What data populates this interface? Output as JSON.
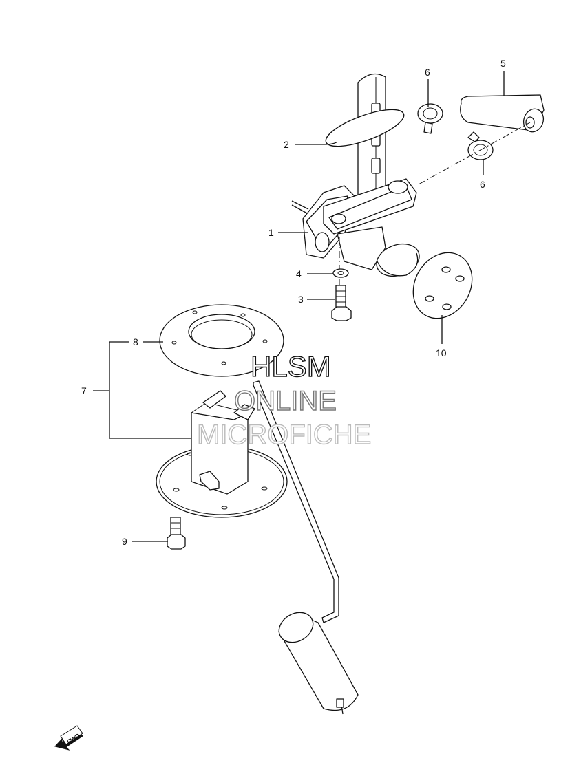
{
  "callouts": {
    "c1": "1",
    "c2": "2",
    "c3": "3",
    "c4": "4",
    "c5": "5",
    "c6a": "6",
    "c6b": "6",
    "c7": "7",
    "c8": "8",
    "c9": "9",
    "c10": "10"
  },
  "watermark": {
    "line1": "HLSM",
    "line2": "ONLINE",
    "line3": "MICROFICHE"
  },
  "fwd_label": "FWD"
}
